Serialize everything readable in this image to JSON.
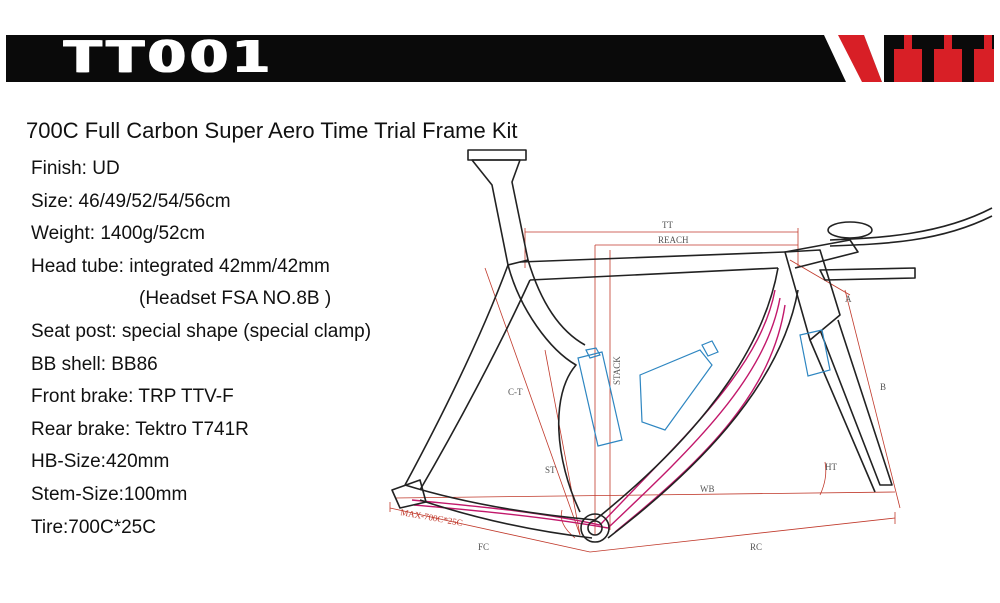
{
  "header": {
    "model": "TT001",
    "colors": {
      "band": "#0a0a0a",
      "accent": "#d81f26",
      "title": "#ffffff"
    }
  },
  "product": {
    "title": "700C Full Carbon Super Aero Time Trial Frame Kit"
  },
  "specs": [
    "Finish: UD",
    "Size: 46/49/52/54/56cm",
    "Weight: 1400g/52cm",
    "Head tube: integrated 42mm/42mm",
    "(Headset FSA NO.8B )",
    "Seat post: special shape (special clamp)",
    "BB shell: BB86",
    "Front brake: TRP TTV-F",
    "Rear brake: Tektro T741R",
    "HB-Size:420mm",
    "Stem-Size:100mm",
    "Tire:700C*25C"
  ],
  "diagram": {
    "labels": {
      "tt": "TT",
      "reach": "REACH",
      "stack": "STACK",
      "ct": "C-T",
      "st": "ST",
      "wb": "WB",
      "ht": "HT",
      "a": "A",
      "b": "B",
      "fc": "FC",
      "rc": "RC",
      "tire_max": "MAX-700C*25C"
    },
    "colors": {
      "frame": "#222222",
      "dimension": "#c0392b",
      "cable": "#c2186b",
      "bottle": "#2e86c1"
    }
  }
}
